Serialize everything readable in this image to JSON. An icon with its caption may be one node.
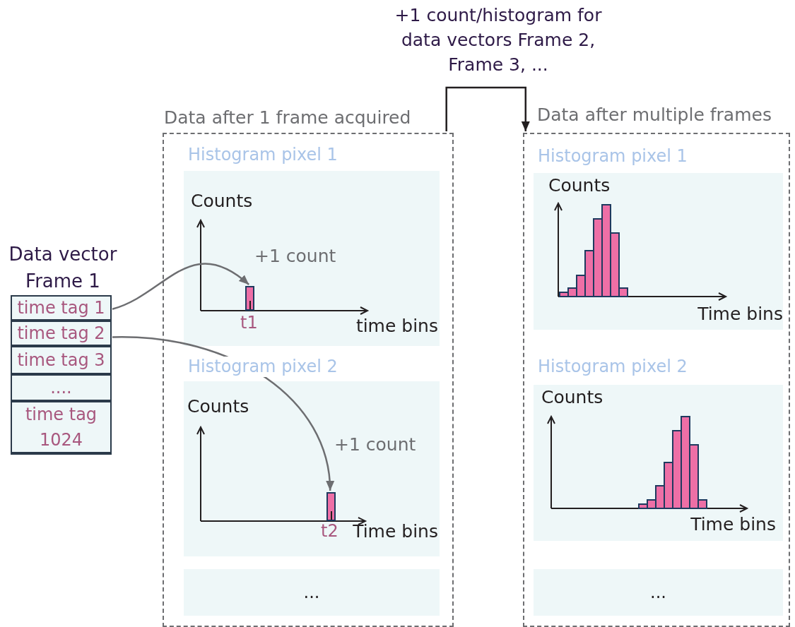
{
  "diagram": {
    "nodes": [
      {
        "text": [
          "Data vector Frame 1"
        ]
      },
      {
        "text": [
          "time tag 1"
        ],
        "in": 0
      },
      {
        "text": [
          "time tag 2"
        ],
        "in": 0
      },
      {
        "text": [
          "time tag 3"
        ],
        "in": 0
      },
      {
        "text": [
          "...."
        ],
        "in": 0
      },
      {
        "text": [
          "time tag 1024"
        ],
        "in": 0
      },
      {
        "text": [
          "Data after 1 frame acquired"
        ]
      },
      {
        "text": [
          "Histogram pixel 1",
          "Counts",
          "time bins"
        ],
        "in": 6
      },
      {
        "text": [],
        "shape": "bar",
        "beside": [
          "t1"
        ],
        "in": 7
      },
      {
        "text": [
          "Histogram pixel 2",
          "Counts",
          "Time bins"
        ],
        "in": 6
      },
      {
        "text": [],
        "shape": "bar",
        "beside": [
          "t2"
        ],
        "in": 9
      },
      {
        "text": [
          "..."
        ],
        "in": 6
      },
      {
        "text": [
          "Data after multiple frames"
        ]
      },
      {
        "text": [
          "Histogram pixel 1",
          "Counts",
          "Time bins"
        ],
        "in": 12
      },
      {
        "text": [
          "Histogram pixel 2",
          "Counts",
          "Time bins"
        ],
        "in": 12
      },
      {
        "text": [
          "..."
        ],
        "in": 12
      }
    ],
    "edges": [
      {
        "from": 1,
        "to": 8,
        "arrow": "to",
        "label": "+1 count"
      },
      {
        "from": 2,
        "to": 10,
        "arrow": "to",
        "label": "+1 count"
      },
      {
        "from": 6,
        "to": 12,
        "arrow": "to",
        "label": "+1 count/histogram for data vectors Frame 2, Frame 3, ...",
        "color": "#231f20"
      }
    ]
  }
}
